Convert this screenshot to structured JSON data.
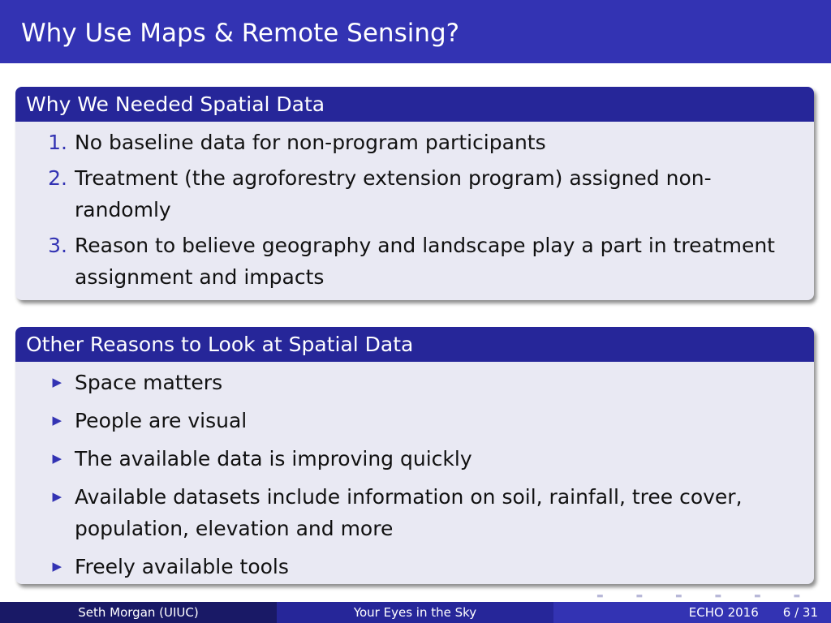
{
  "title": "Why Use Maps & Remote Sensing?",
  "block1": {
    "title": "Why We Needed Spatial Data",
    "items": [
      {
        "n": "1.",
        "text": "No baseline data for non-program participants"
      },
      {
        "n": "2.",
        "text": "Treatment (the agroforestry extension program) assigned non-randomly"
      },
      {
        "n": "3.",
        "text": "Reason to believe geography and landscape play a part in treatment assignment and impacts"
      }
    ]
  },
  "block2": {
    "title": "Other Reasons to Look at Spatial Data",
    "items": [
      "Space matters",
      "People are visual",
      "The available data is improving quickly",
      "Available datasets include information on soil, rainfall, tree cover, population, elevation and more",
      "Freely available tools"
    ]
  },
  "footer": {
    "author": "Seth Morgan  (UIUC)",
    "short_title": "Your Eyes in the Sky",
    "event": "ECHO 2016",
    "page": "6 / 31"
  },
  "icons": {
    "bullet": "triangle-right-icon"
  }
}
